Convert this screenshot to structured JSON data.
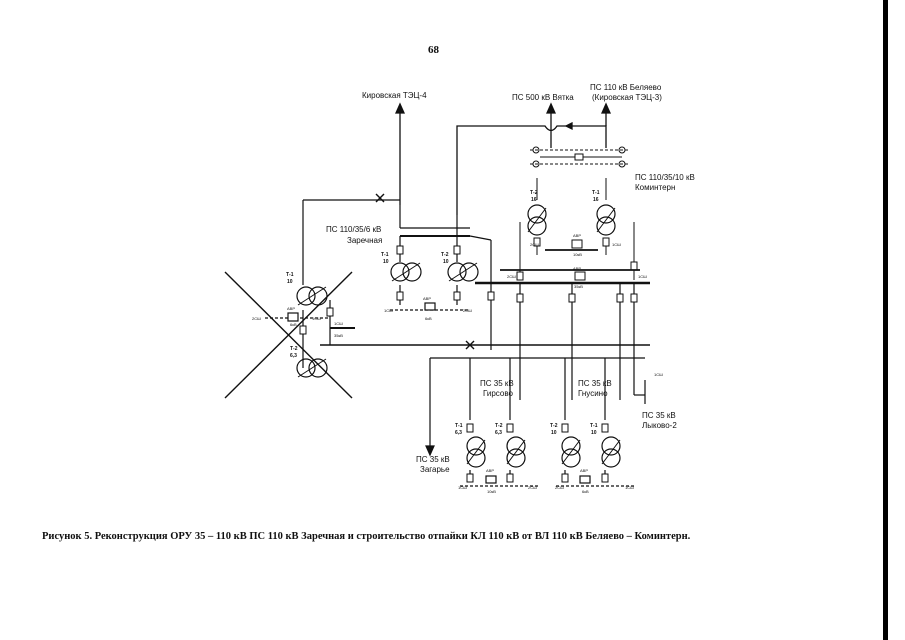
{
  "page_number": "68",
  "caption": "Рисунок 5. Реконструкция ОРУ 35 – 110 кВ ПС 110 кВ Заречная и строительство отпайки КЛ 110 кВ от ВЛ 110 кВ Беляево – Коминтерн.",
  "lines": {
    "kirov_tec4": "Кировская ТЭЦ-4",
    "ps500_vyatka": "ПС 500 кВ Вятка",
    "belyaevo_1": "ПС 110 кВ Беляево",
    "belyaevo_2": "(Кировская ТЭЦ-3)"
  },
  "substations": {
    "zarechnaya_1": "ПС 110/35/6 кВ",
    "zarechnaya_2": "Заречная",
    "komintern_1": "ПС 110/35/10 кВ",
    "komintern_2": "Коминтерн",
    "girsovo_1": "ПС 35 кВ",
    "girsovo_2": "Гирсово",
    "gnusino_1": "ПС 35 кВ",
    "gnusino_2": "Гнусино",
    "lykovo_1": "ПС 35 кВ",
    "lykovo_2": "Лыково-2",
    "zagarye_1": "ПС 35 кВ",
    "zagarye_2": "Загарье"
  },
  "transformers": {
    "t1_10": "Т-1",
    "t1_10_rating": "10",
    "t2_10": "Т-2",
    "t2_10_rating": "10",
    "t1_kom": "Т-1",
    "t1_kom_rating": "16",
    "t2_kom": "Т-2",
    "t2_kom_rating": "16",
    "t1_old": "Т-1",
    "t1_old_rating": "10",
    "t2_old": "Т-2",
    "t2_old_rating": "6,3",
    "t1_gir": "Т-1",
    "t1_gir_rating": "6,3",
    "t2_gir": "Т-2",
    "t2_gir_rating": "6,3",
    "t2_gnu": "Т-2",
    "t2_gnu_rating": "10",
    "t1_gnu": "Т-1",
    "t1_gnu_rating": "10"
  },
  "small_labels": {
    "avr": "АВР",
    "sec_1cs": "1СШ",
    "sec_2cs": "2СШ",
    "kv6": "6кВ",
    "kv10": "10кВ",
    "kv35": "35кВ"
  }
}
